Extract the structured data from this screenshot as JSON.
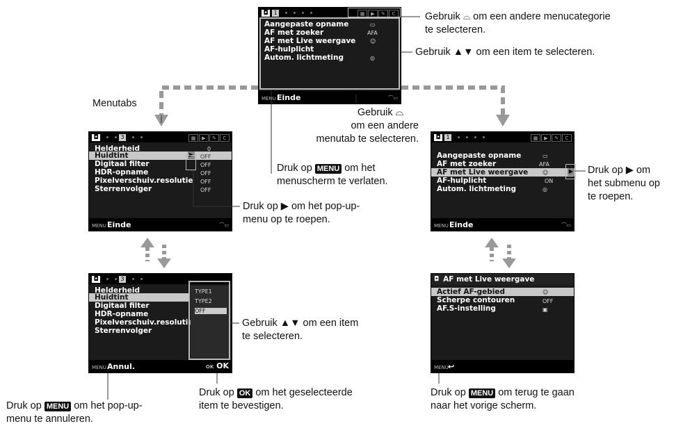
{
  "screen_top": {
    "items": [
      "Aangepaste opname",
      "AF met zoeker",
      "AF met Live weergave",
      "AF-hulplicht",
      "Autom. lichtmeting"
    ],
    "values": [
      "",
      "AFA",
      "",
      "",
      ""
    ],
    "footer_menu": "MENU",
    "footer": "Einde"
  },
  "screen_left": {
    "tab": "3",
    "items": [
      "Helderheid",
      "Huidtint",
      "Digitaal filter",
      "HDR-opname",
      "Pixelverschuiv.resolutie",
      "Sterrenvolger"
    ],
    "values": [
      "0",
      "OFF",
      "OFF",
      "OFF",
      "OFF",
      "OFF"
    ],
    "footer_menu": "MENU",
    "footer": "Einde"
  },
  "screen_right": {
    "tab": "1",
    "items": [
      "Aangepaste opname",
      "AF met zoeker",
      "AF met Live weergave",
      "AF-hulplicht",
      "Autom. lichtmeting"
    ],
    "values": [
      "",
      "AFA",
      "",
      "ON",
      ""
    ],
    "footer_menu": "MENU",
    "footer": "Einde"
  },
  "screen_popup": {
    "tab": "3",
    "items": [
      "Helderheid",
      "Huidtint",
      "Digitaal filter",
      "HDR-opname",
      "Pixelverschuiv.resolutie",
      "Sterrenvolger"
    ],
    "popup_values": [
      "TYPE1",
      "TYPE2",
      "OFF"
    ],
    "footer_menu": "MENU",
    "footer": "Annul.",
    "ok_small": "OK",
    "ok": "OK"
  },
  "screen_sub": {
    "title": "AF met Live weergave",
    "items": [
      "Actief AF-gebied",
      "Scherpe contouren",
      "AF.S-instelling"
    ],
    "values": [
      "",
      "OFF",
      ""
    ],
    "footer_menu": "MENU"
  },
  "labels": {
    "menutabs": "Menutabs",
    "top_right_1a": "Gebruik",
    "top_right_1b": "om een andere menucategorie",
    "top_right_1c": "te selecteren.",
    "top_right_2": "Gebruik ▲▼ om een item te selecteren.",
    "dial_1": "Gebruik",
    "dial_2": "om een andere",
    "dial_3": "menutab te selecteren.",
    "menu_exit_a": "Druk op",
    "menu_key": "MENU",
    "menu_exit_b": "om het",
    "menu_exit_c": "menuscherm te verlaten.",
    "popup_1": "Druk op ▶ om het pop-up-",
    "popup_2": "menu op te roepen.",
    "submenu_1": "Druk op ▶ om",
    "submenu_2": "het submenu op",
    "submenu_3": "te roepen.",
    "select_1": "Gebruik ▲▼ om een item",
    "select_2": "te selecteren.",
    "cancel_a": "Druk op",
    "cancel_b": "om het pop-up-",
    "cancel_c": "menu te annuleren.",
    "confirm_a": "Druk op",
    "ok_key": "OK",
    "confirm_b": "om het geselecteerde",
    "confirm_c": "item te bevestigen.",
    "back_a": "Druk op",
    "back_b": "om terug te gaan",
    "back_c": "naar het vorige scherm."
  }
}
